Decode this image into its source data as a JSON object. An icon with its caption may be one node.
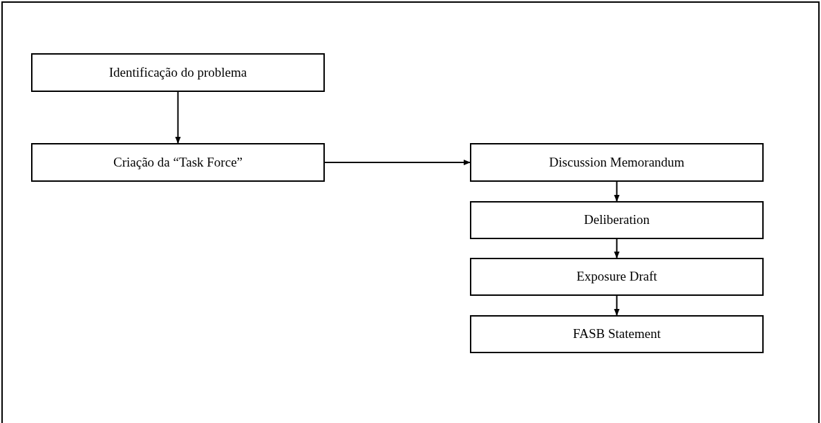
{
  "diagram": {
    "nodes": [
      {
        "text": [
          "Identificação do problema"
        ]
      },
      {
        "text": [
          "Criação da “Task Force”"
        ]
      },
      {
        "text": [
          "Discussion Memorandum"
        ]
      },
      {
        "text": [
          "Deliberation"
        ]
      },
      {
        "text": [
          "Exposure Draft"
        ]
      },
      {
        "text": [
          "FASB Statement"
        ]
      }
    ],
    "edges": [
      {
        "from": 0,
        "to": 1,
        "arrow": "to"
      },
      {
        "from": 1,
        "to": 2,
        "arrow": "to"
      },
      {
        "from": 2,
        "to": 3,
        "arrow": "to"
      },
      {
        "from": 3,
        "to": 4,
        "arrow": "to"
      },
      {
        "from": 4,
        "to": 5,
        "arrow": "to"
      }
    ]
  }
}
